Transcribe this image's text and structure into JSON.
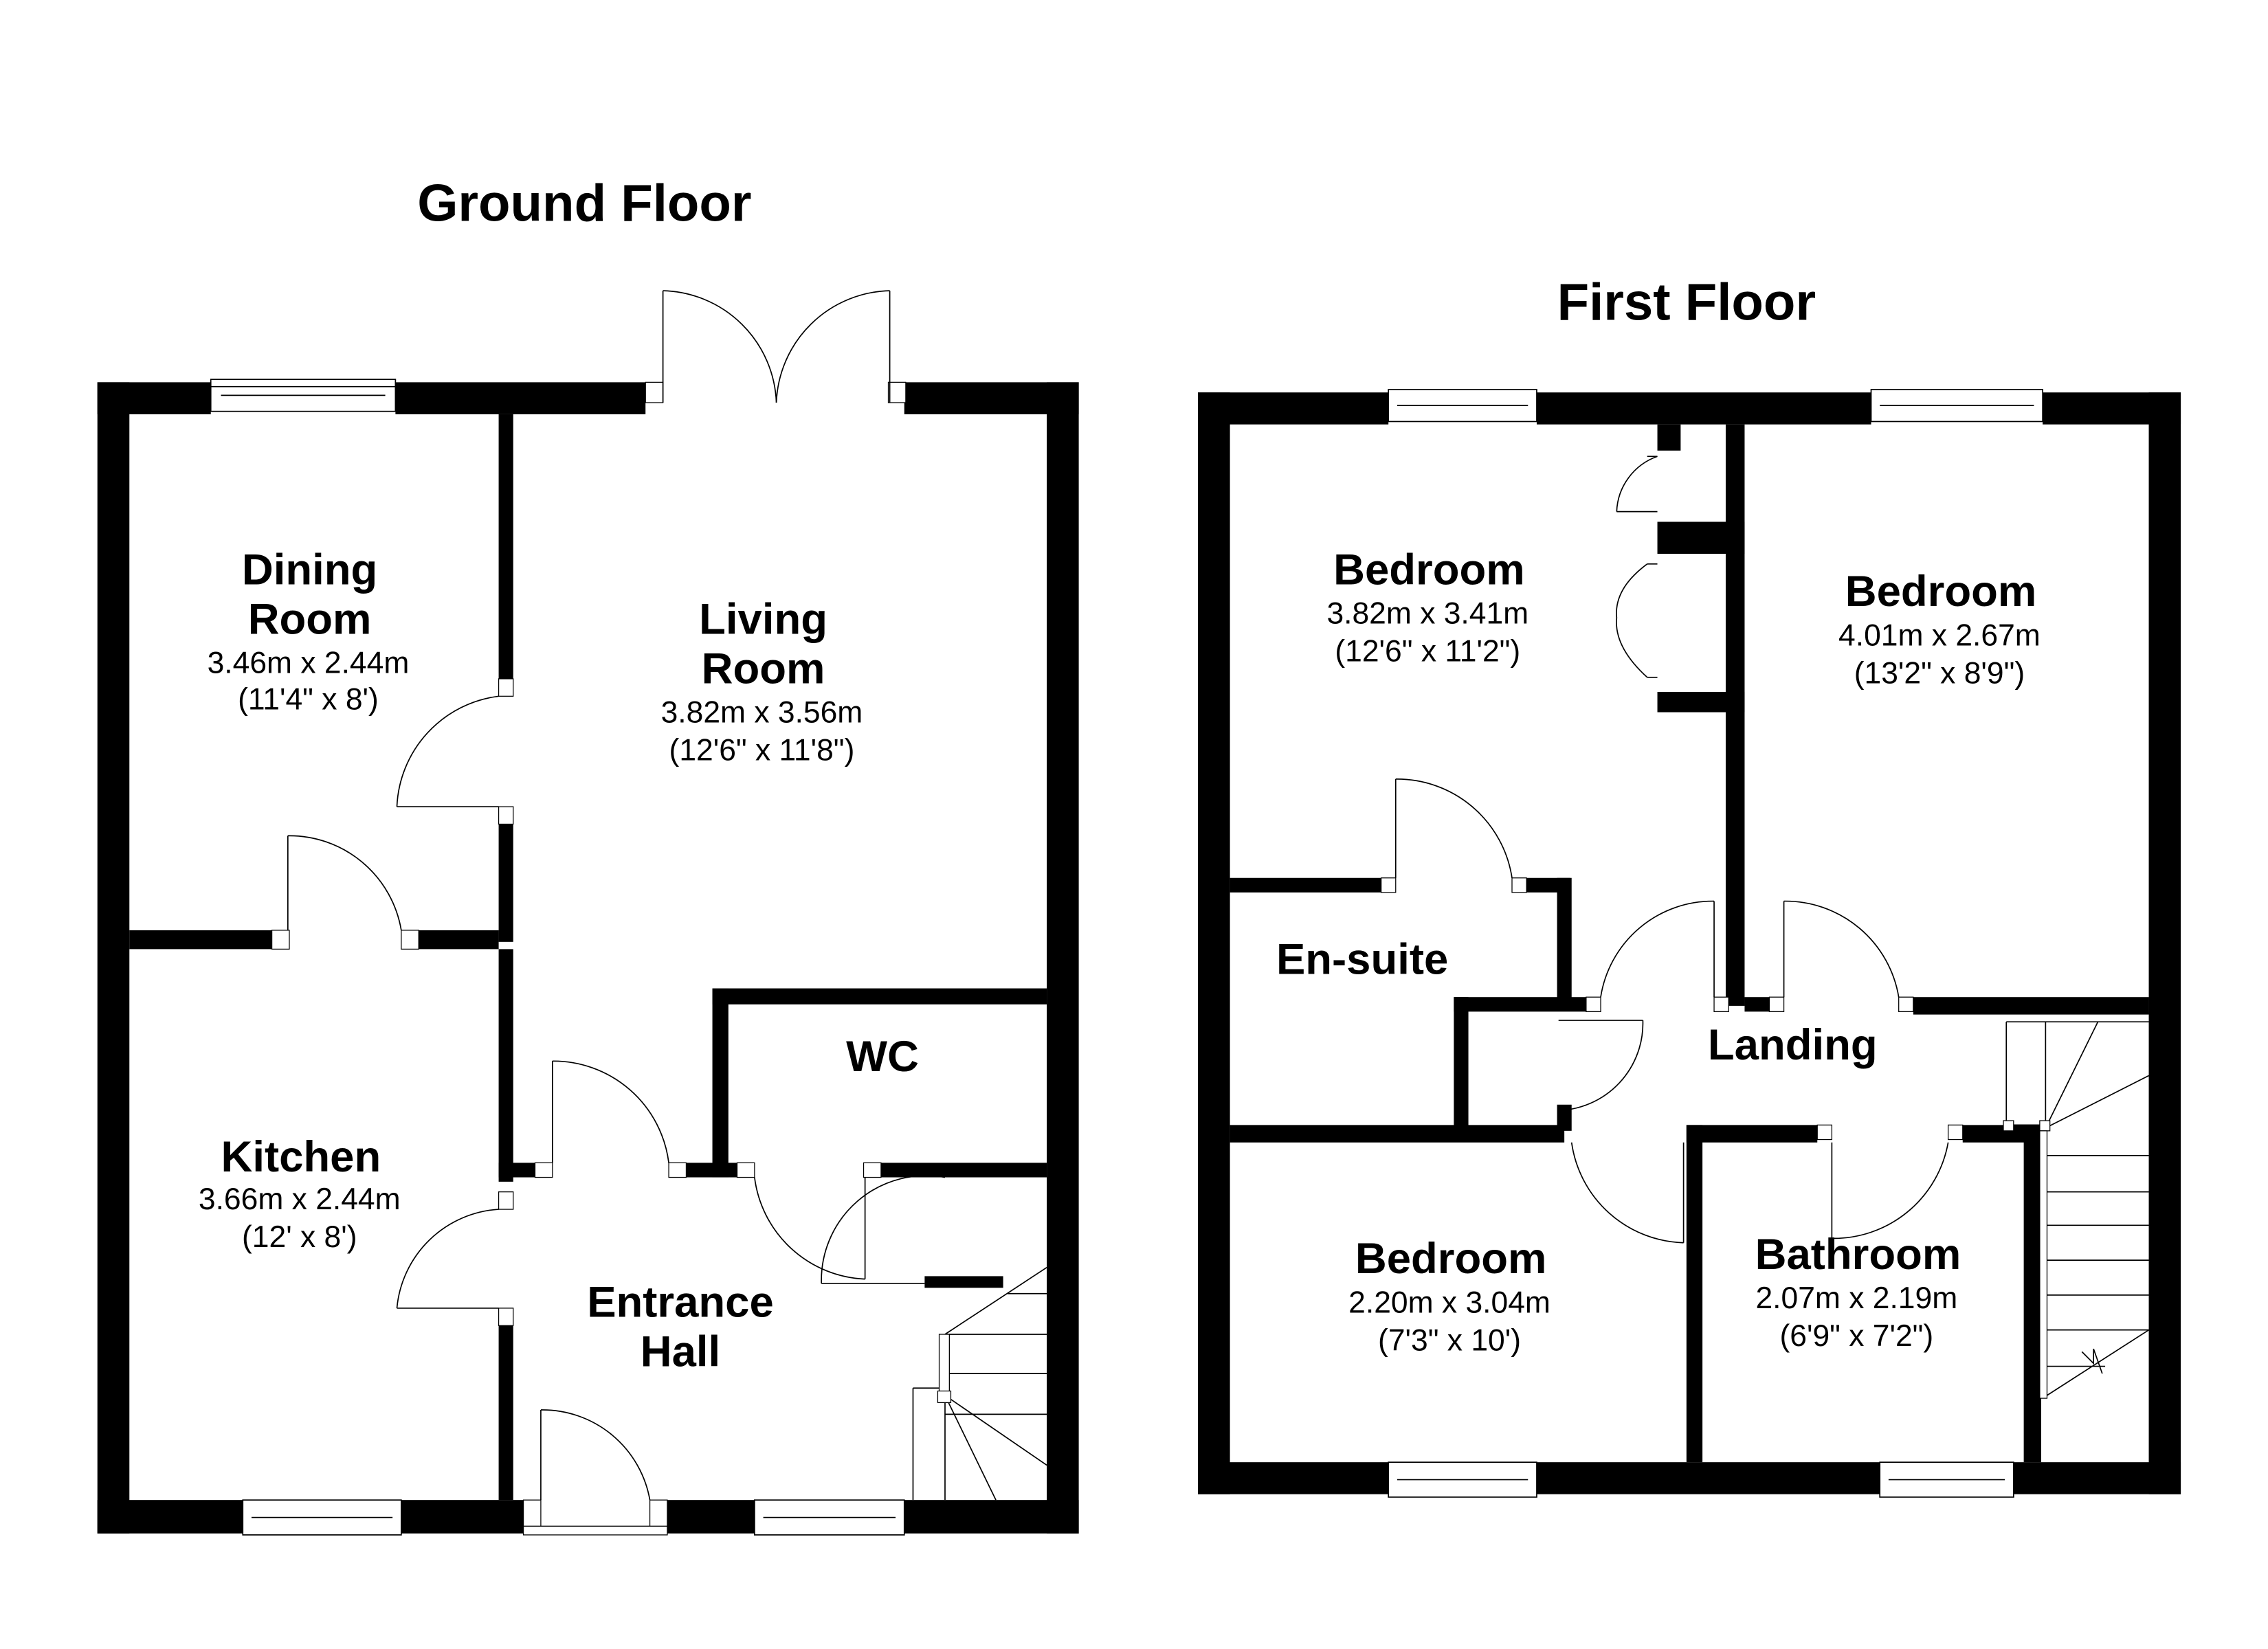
{
  "ground_floor": {
    "title": "Ground Floor",
    "rooms": {
      "dining": {
        "name_line1": "Dining",
        "name_line2": "Room",
        "metric": "3.46m x 2.44m",
        "imperial": "(11'4\" x 8')"
      },
      "living": {
        "name_line1": "Living",
        "name_line2": "Room",
        "metric": "3.82m x 3.56m",
        "imperial": "(12'6\" x 11'8\")"
      },
      "kitchen": {
        "name": "Kitchen",
        "metric": "3.66m x 2.44m",
        "imperial": "(12' x 8')"
      },
      "wc": {
        "name": "WC"
      },
      "hall": {
        "name_line1": "Entrance",
        "name_line2": "Hall"
      }
    }
  },
  "first_floor": {
    "title": "First Floor",
    "rooms": {
      "bedroom1": {
        "name": "Bedroom",
        "metric": "3.82m x 3.41m",
        "imperial": "(12'6\" x 11'2\")"
      },
      "bedroom2": {
        "name": "Bedroom",
        "metric": "4.01m x 2.67m",
        "imperial": "(13'2\" x 8'9\")"
      },
      "ensuite": {
        "name": "En-suite"
      },
      "landing": {
        "name": "Landing"
      },
      "bedroom3": {
        "name": "Bedroom",
        "metric": "2.20m x 3.04m",
        "imperial": "(7'3\" x 10')"
      },
      "bathroom": {
        "name": "Bathroom",
        "metric": "2.07m x 2.19m",
        "imperial": "(6'9\" x 7'2\")"
      }
    }
  }
}
